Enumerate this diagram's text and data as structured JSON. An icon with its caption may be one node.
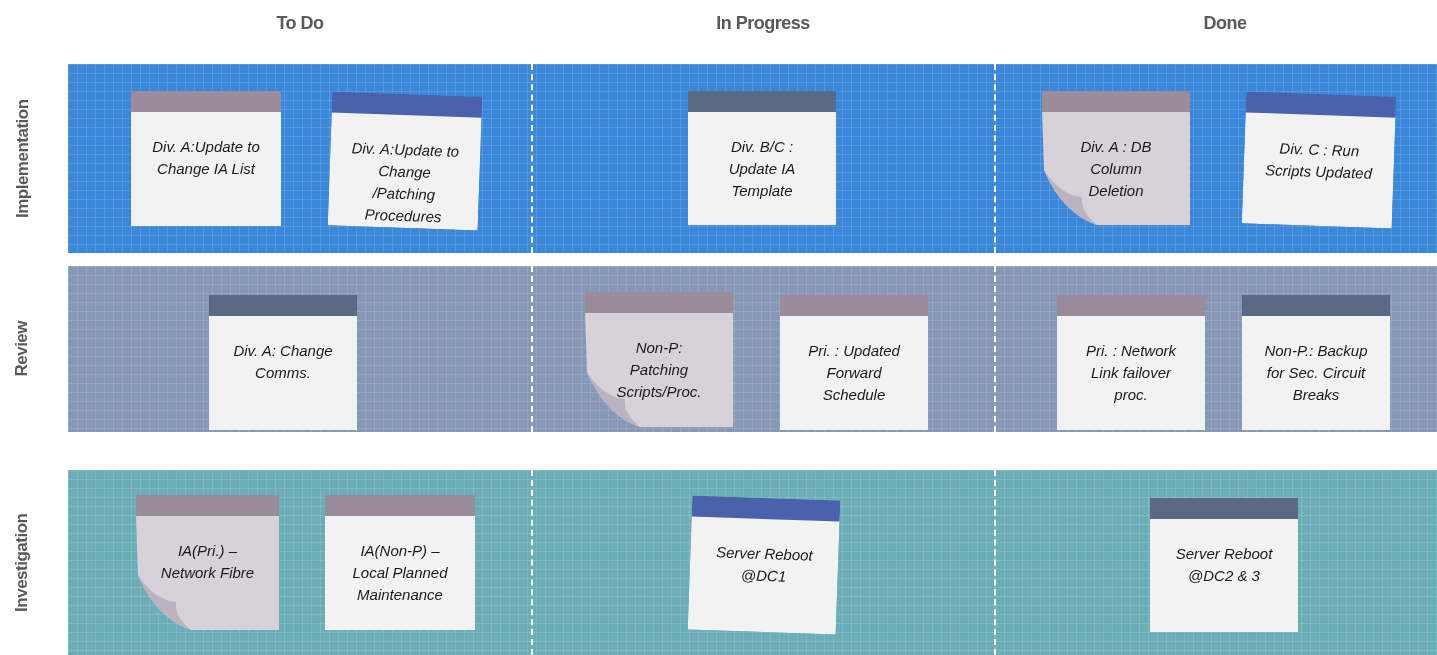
{
  "diagram": {
    "nodes": [
      {
        "text": [
          "Implementation"
        ]
      },
      {
        "text": [
          "Div. A:Update to Change IA List"
        ],
        "in": 0
      },
      {
        "text": [
          "Div. A:Update to Change /Patching Procedures"
        ],
        "in": 0
      },
      {
        "text": [
          "Div. B/C : Update IA Template"
        ],
        "in": 0
      },
      {
        "text": [
          "Div. A : DB Column Deletion"
        ],
        "in": 0
      },
      {
        "text": [
          "Div. C : Run Scripts Updated"
        ],
        "in": 0
      },
      {
        "text": [
          "Review"
        ]
      },
      {
        "text": [
          "Div. A: Change Comms."
        ],
        "in": 6
      },
      {
        "text": [
          "Non-P: Patching Scripts/Proc."
        ],
        "in": 6
      },
      {
        "text": [
          "Pri. : Updated Forward Schedule"
        ],
        "in": 6
      },
      {
        "text": [
          "Pri. : Network Link failover proc."
        ],
        "in": 6
      },
      {
        "text": [
          "Non-P.: Backup for Sec. Circuit Breaks"
        ],
        "in": 6
      },
      {
        "text": [
          "Investigation"
        ]
      },
      {
        "text": [
          "IA(Pri.) – Network Fibre"
        ],
        "in": 12
      },
      {
        "text": [
          "IA(Non-P) – Local Planned Maintenance"
        ],
        "in": 12
      },
      {
        "text": [
          "Server Reboot @DC1"
        ],
        "in": 12
      },
      {
        "text": [
          "Server Reboot @DC2 & 3"
        ],
        "in": 12
      }
    ],
    "labels": [
      "To Do",
      "In Progress",
      "Done"
    ]
  }
}
